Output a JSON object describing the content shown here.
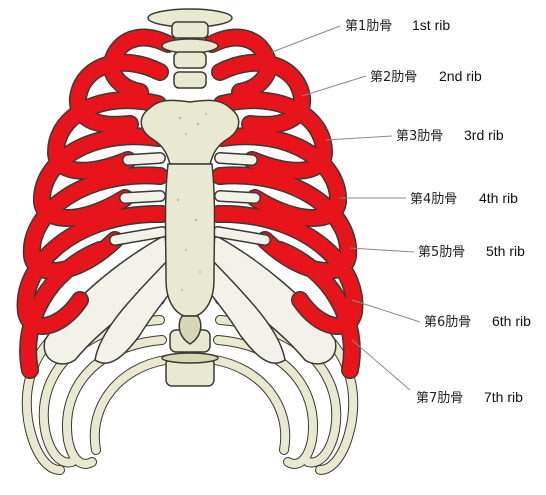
{
  "colors": {
    "rib_highlight": "#e8141b",
    "bone": "#e9e9d2",
    "bone_shade": "#d7d7b8",
    "cartilage": "#f2f2ea",
    "outline": "#3a3a33",
    "leader": "#8a8a8a"
  },
  "labels": [
    {
      "id": "rib-1",
      "japanese": "第1肋骨",
      "english": "1st rib"
    },
    {
      "id": "rib-2",
      "japanese": "第2肋骨",
      "english": "2nd rib"
    },
    {
      "id": "rib-3",
      "japanese": "第3肋骨",
      "english": "3rd rib"
    },
    {
      "id": "rib-4",
      "japanese": "第4肋骨",
      "english": "4th rib"
    },
    {
      "id": "rib-5",
      "japanese": "第5肋骨",
      "english": "5th rib"
    },
    {
      "id": "rib-6",
      "japanese": "第6肋骨",
      "english": "6th rib"
    },
    {
      "id": "rib-7",
      "japanese": "第7肋骨",
      "english": "7th rib"
    }
  ]
}
